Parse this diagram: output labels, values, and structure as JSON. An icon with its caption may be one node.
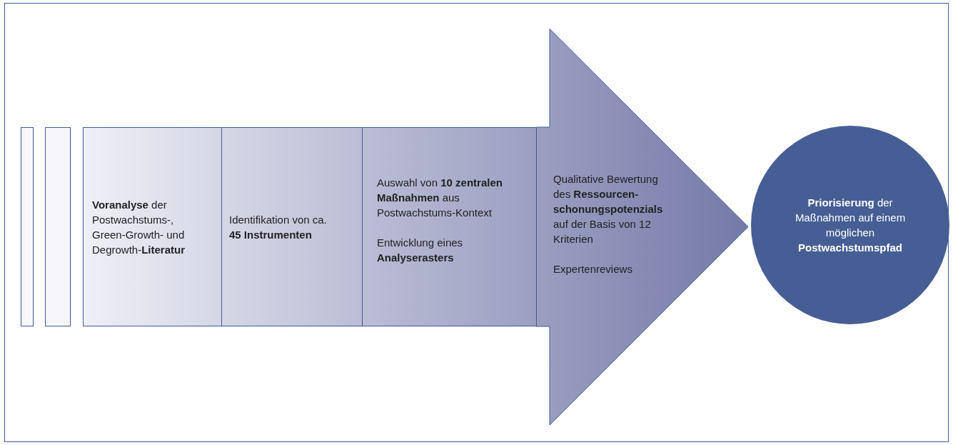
{
  "diagram": {
    "nodes": [
      {
        "text": [],
        "shape": "bar"
      },
      {
        "text": [],
        "shape": "bar"
      },
      {
        "text": [
          "**Voranalyse** der Postwachstums-, Green-Growth- und Degrowth-**Literatur**"
        ]
      },
      {
        "text": [
          "Identifikation von ca. **45 Instrumenten**"
        ]
      },
      {
        "text": [
          "Auswahl von **10 zentralen Maßnahmen** aus Postwachstums-Kontext",
          "Entwicklung eines **Analyserasters**"
        ]
      },
      {
        "text": [
          "Qualitative Bewertung des **Ressourcen-schonungspotenzials** auf der Basis von 12 Kriterien",
          "Expertenreviews"
        ]
      },
      {
        "text": [
          "**Priorisierung** der Maßnahmen auf einem möglichen **Postwachstumspfad**"
        ]
      }
    ]
  }
}
